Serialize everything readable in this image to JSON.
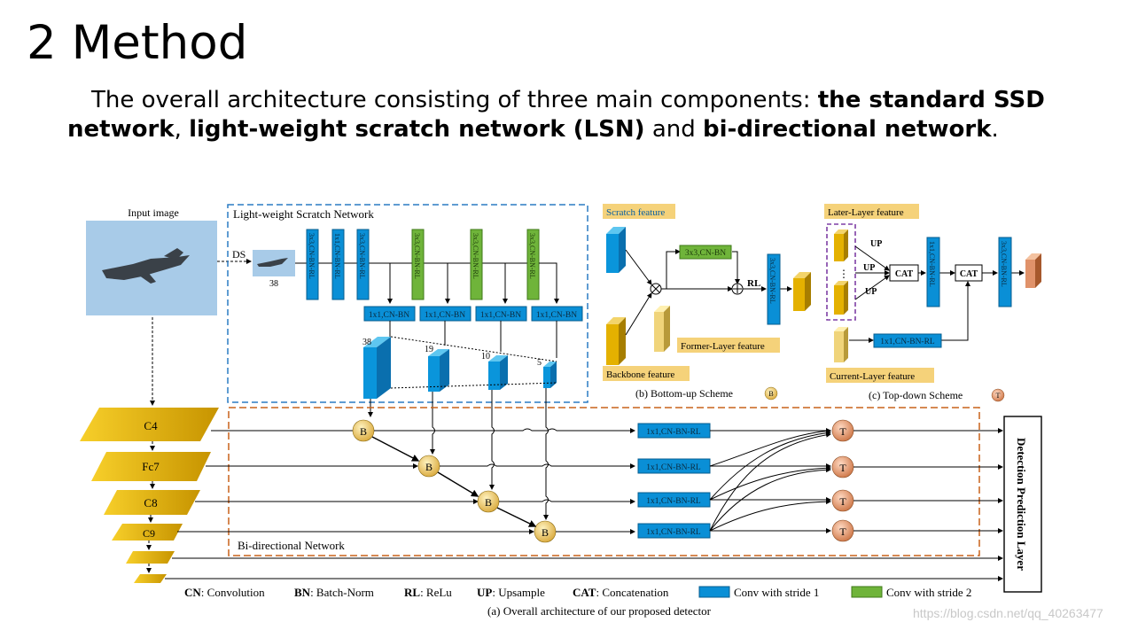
{
  "slide": {
    "title": "2 Method",
    "intro": {
      "lead": "The overall architecture consisting of three main components:",
      "c1": "the standard SSD network",
      "sep1": ",",
      "c2": "light-weight scratch network (LSN)",
      "sep2": "and",
      "c3": "bi-directional network",
      "end": "."
    }
  },
  "figure": {
    "input_image_label": "Input image",
    "lsn_title": "Light-weight Scratch Network",
    "ds_label": "DS",
    "ds_size": "38",
    "lsn_convs": [
      "3x3,CN-BN-RL",
      "1x1,CN-BN-RL",
      "3x3,CN-BN-RL",
      "3x3,CN-BN-RL",
      "3x3,CN-BN-RL",
      "3x3,CN-BN-RL"
    ],
    "proj_label": "1x1,CN-BN",
    "feature_sizes": [
      "38",
      "19",
      "10",
      "5"
    ],
    "ssd_layers": [
      "C4",
      "Fc7",
      "C8",
      "C9"
    ],
    "bidir_title": "Bi-directional Network",
    "bu_node": "B",
    "td_node": "T",
    "bidir_conv": "1x1,CN-BN-RL",
    "detection_label": "Detection Prediction Layer",
    "bottom_up": {
      "scratch": "Scratch feature",
      "backbone": "Backbone feature",
      "former": "Former-Layer feature",
      "conv_a": "3x3,CN-BN",
      "rl": "RL",
      "conv_b": "3x3,CN-BN-RL",
      "caption": "(b) Bottom-up Scheme"
    },
    "top_down": {
      "later": "Later-Layer feature",
      "current": "Current-Layer feature",
      "up": "UP",
      "cat": "CAT",
      "conv_mid": "1x1,CN-BN-RL",
      "conv_out": "3x3,CN-BN-RL",
      "conv_cur": "1x1,CN-BN-RL",
      "caption": "(c) Top-down Scheme"
    },
    "legend": {
      "cn_key": "CN",
      "cn_val": ": Convolution",
      "bn_key": "BN",
      "bn_val": ": Batch-Norm",
      "rl_key": "RL",
      "rl_val": ": ReLu",
      "up_key": "UP",
      "up_val": ": Upsample",
      "cat_key": "CAT",
      "cat_val": ": Concatenation",
      "stride1": "Conv with stride 1",
      "stride2": "Conv with stride 2"
    },
    "caption_a": "(a) Overall architecture of our proposed detector",
    "colors": {
      "blue": "#0a8fd6",
      "green": "#6fb43a",
      "gold": "#e4b100",
      "node_b": "#e8c75a",
      "node_t": "#e0926a",
      "label_bg": "#f5d27a",
      "lsn_border": "#2a7bc4",
      "bidir_border": "#c8621a",
      "sky": "#a8cbe8"
    }
  },
  "watermark": "https://blog.csdn.net/qq_40263477"
}
